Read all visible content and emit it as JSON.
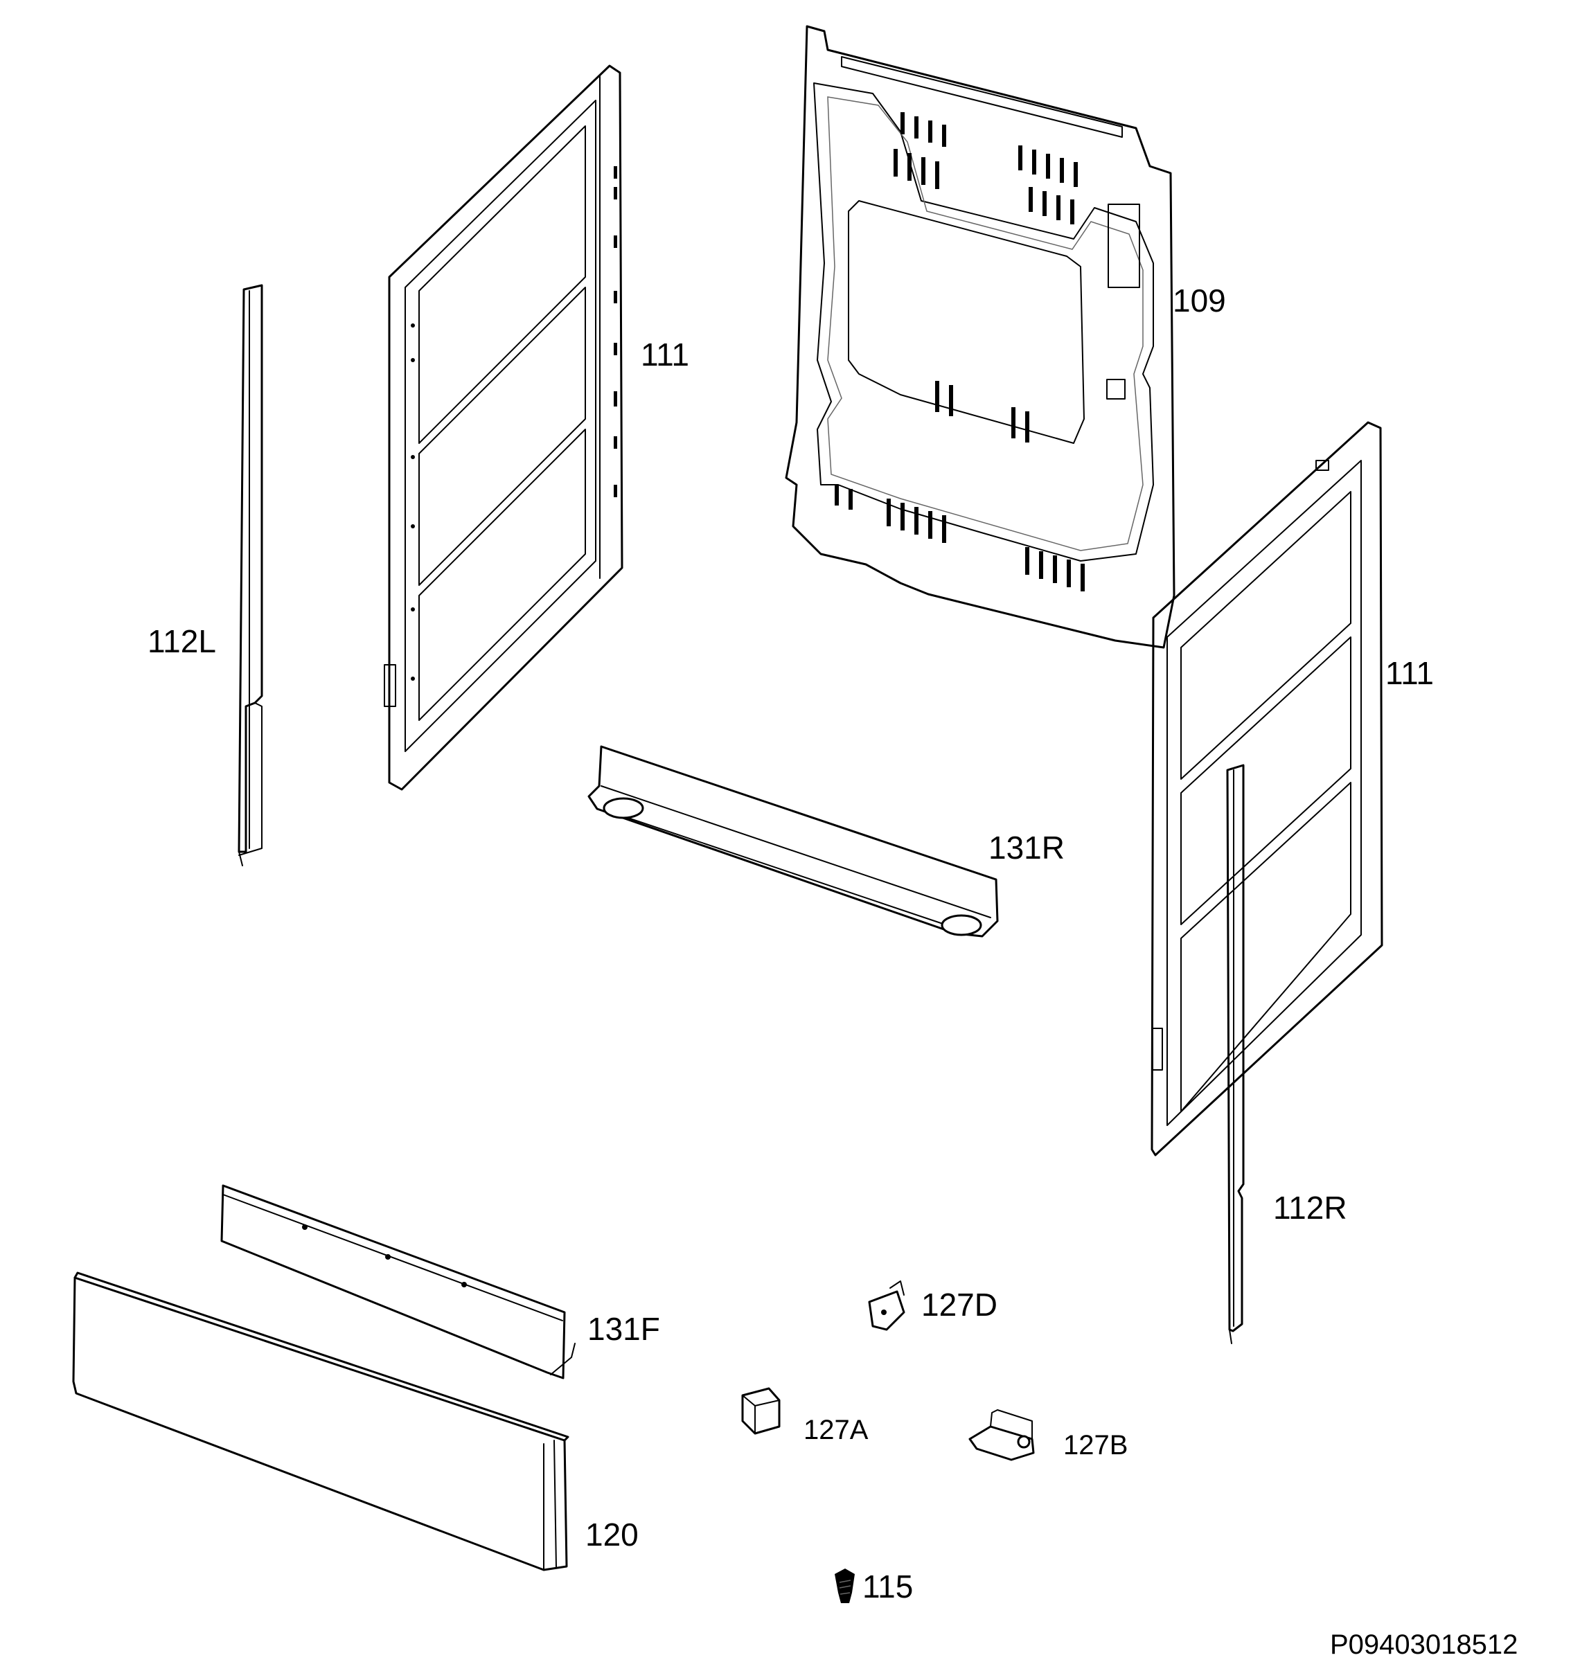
{
  "diagram": {
    "drawing_code": "P09403018512",
    "callouts": {
      "p109": "109",
      "p111_left": "111",
      "p111_right": "111",
      "p112L": "112L",
      "p112R": "112R",
      "p131R": "131R",
      "p131F": "131F",
      "p127D": "127D",
      "p127A": "127A",
      "p127B": "127B",
      "p120": "120",
      "p115": "115"
    }
  }
}
